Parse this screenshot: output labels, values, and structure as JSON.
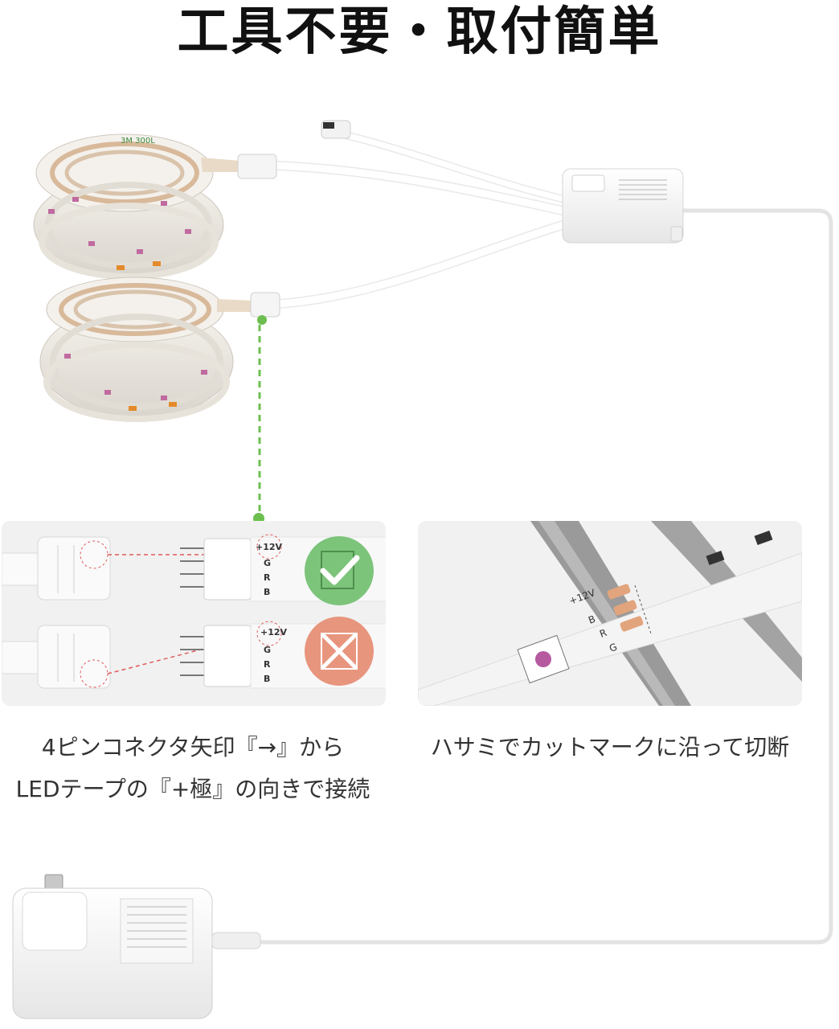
{
  "title": "工具不要・取付簡単",
  "left_panel": {
    "caption_line1": "4ピンコネクタ矢印『→』から",
    "caption_line2": "LEDテープの『+極』の向きで接続",
    "correct": {
      "pins": [
        "+12V",
        "G",
        "R",
        "B"
      ],
      "status": "correct",
      "badge_color": "#7cc47a",
      "icon": "check-icon"
    },
    "wrong": {
      "pins": [
        "+12V",
        "G",
        "R",
        "B"
      ],
      "status": "wrong",
      "badge_color": "#e8957e",
      "icon": "cross-icon"
    }
  },
  "right_panel": {
    "caption": "ハサミでカットマークに沿って切断",
    "strip_labels": [
      "+12V",
      "B",
      "R",
      "G"
    ]
  },
  "strip": {
    "tape_text": "3M 300L"
  },
  "colors": {
    "guide_green": "#6cbf4f",
    "badge_green": "#7cc47a",
    "badge_red": "#e8957e",
    "panel_bg": "#f1f1f1"
  }
}
